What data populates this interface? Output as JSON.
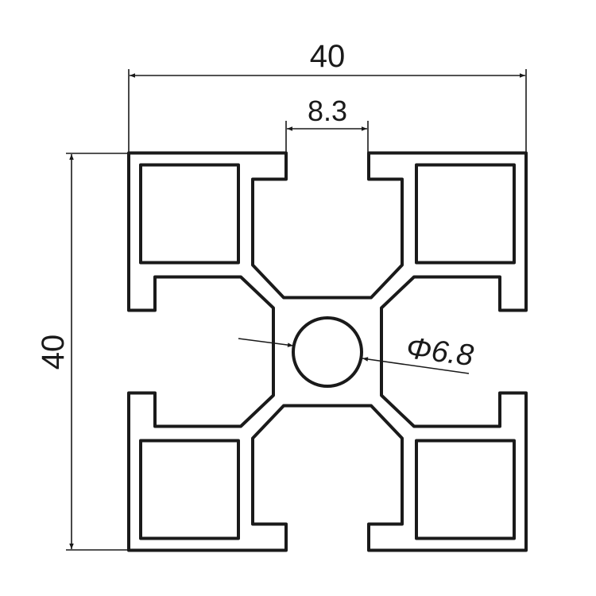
{
  "drawing": {
    "overall_width_label": "40",
    "overall_height_label": "40",
    "slot_width_label": "8.3",
    "bore_diameter_label": "Φ6.8",
    "line_color": "#1a1a1a",
    "background_color": "#ffffff"
  }
}
